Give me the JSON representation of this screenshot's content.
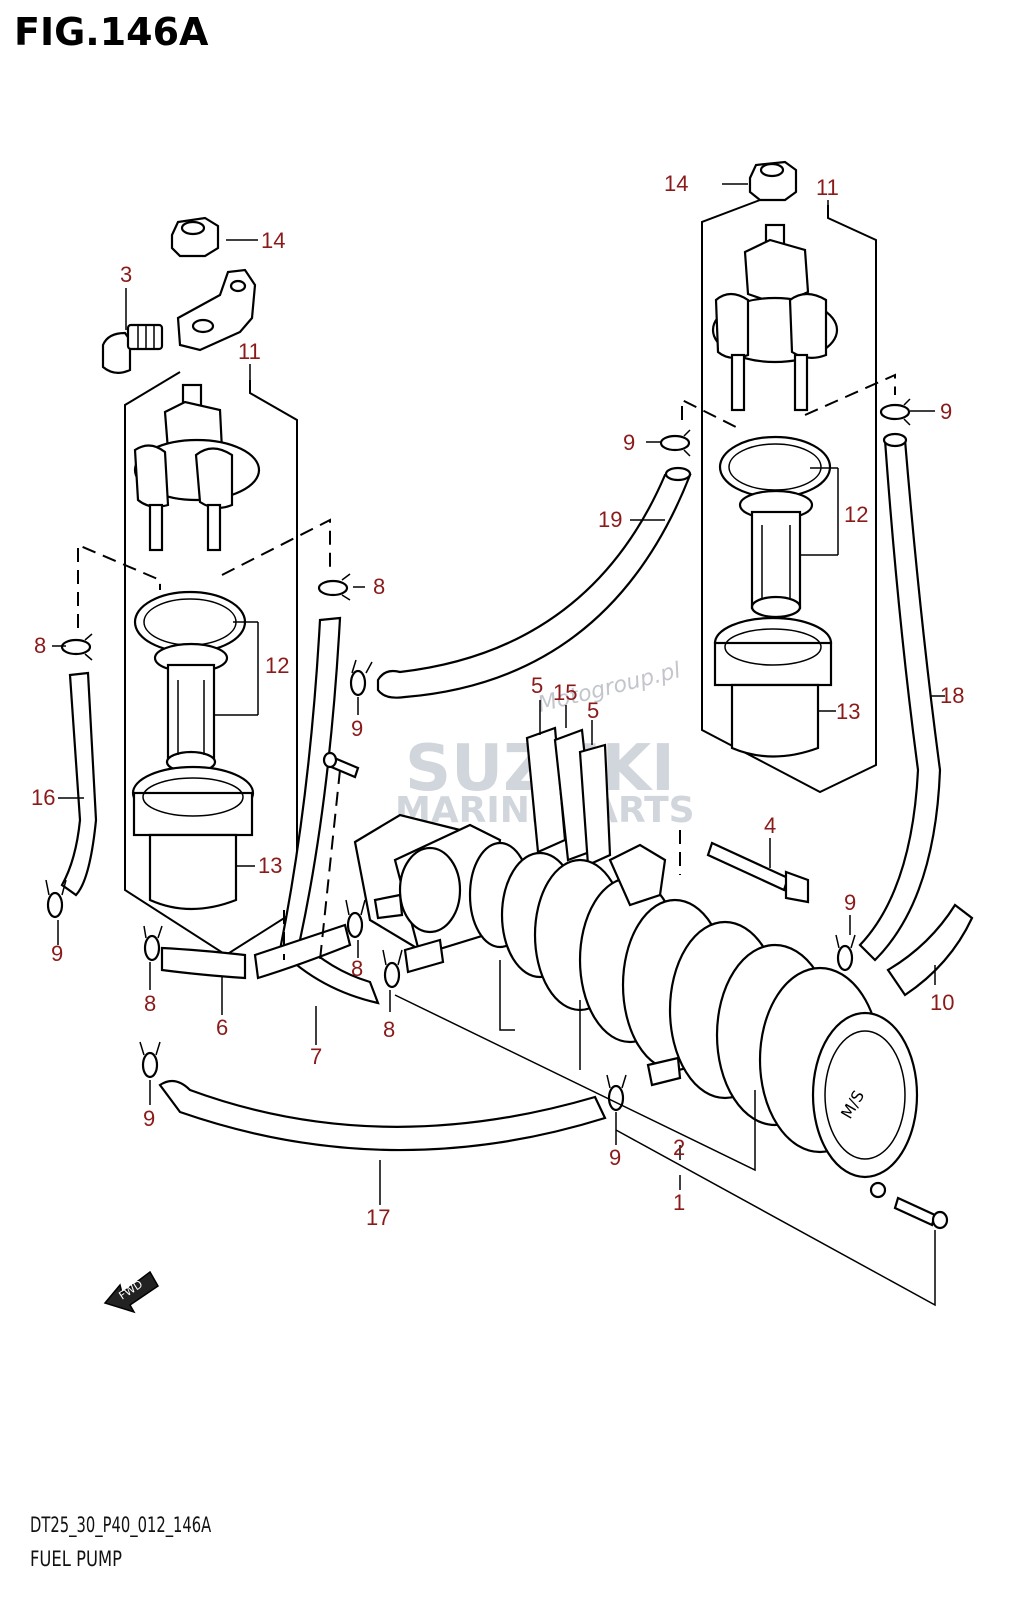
{
  "figure": {
    "title": "FIG.146A",
    "code": "DT25_30_P40_012_146A",
    "name": "FUEL PUMP"
  },
  "watermark": {
    "brand": "SUZUKI",
    "sub": "MARINE PARTS",
    "site": "Motogroup.pl"
  },
  "arrow_label": "FWD",
  "callouts": {
    "c14_left": "14",
    "c3": "3",
    "c11_left": "11",
    "c12_left": "12",
    "c13_left": "13",
    "c8_a": "8",
    "c8_b": "8",
    "c8_c": "8",
    "c8_d": "8",
    "c16": "16",
    "c9_a": "9",
    "c9_b": "9",
    "c9_c": "9",
    "c9_d": "9",
    "c9_e": "9",
    "c9_f": "9",
    "c9_g": "9",
    "c6": "6",
    "c7": "7",
    "c17": "17",
    "c14_right": "14",
    "c11_right": "11",
    "c12_right": "12",
    "c13_right": "13",
    "c19": "19",
    "c18": "18",
    "c5_a": "5",
    "c15": "15",
    "c5_b": "5",
    "c4": "4",
    "c10": "10",
    "c2": "2",
    "c1": "1"
  }
}
